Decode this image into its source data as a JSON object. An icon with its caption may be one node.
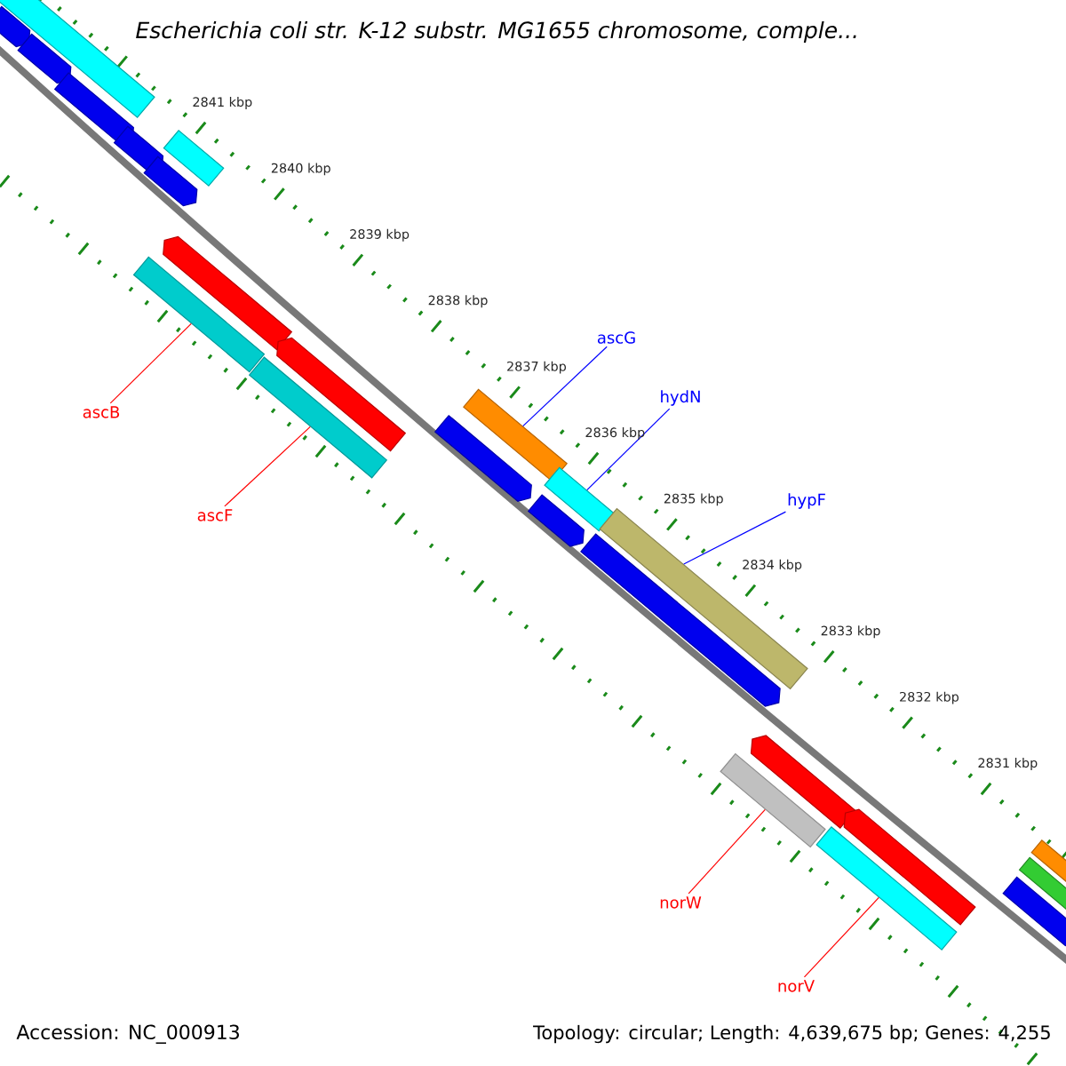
{
  "diagram": {
    "title": "*Escherichia coli* str. K-12 substr. MG1655 chromosome, comple...",
    "nodes": [
      {
        "text": [],
        "shape": "bar"
      },
      {
        "text": [],
        "shape": "bar"
      },
      {
        "text": [
          "ascB"
        ]
      },
      {
        "text": [
          "ascF"
        ]
      },
      {
        "text": [
          "ascG"
        ]
      },
      {
        "text": [],
        "shape": "bar"
      },
      {
        "text": [
          "hydN"
        ]
      },
      {
        "text": [],
        "shape": "bar"
      },
      {
        "text": [
          "hypF"
        ]
      },
      {
        "text": [],
        "shape": "bar"
      },
      {
        "text": [],
        "shape": "bar"
      },
      {
        "text": [],
        "shape": "bar"
      },
      {
        "text": [
          "norW"
        ]
      },
      {
        "text": [
          "norV"
        ]
      }
    ],
    "edges": [
      {
        "from": 2,
        "to": 0,
        "arrow": "none"
      },
      {
        "from": 3,
        "to": 1,
        "arrow": "none"
      },
      {
        "from": 4,
        "to": 5,
        "arrow": "none",
        "color": "#0000ff"
      },
      {
        "from": 6,
        "to": 7,
        "arrow": "none",
        "color": "#0000ff"
      },
      {
        "from": 8,
        "to": 9,
        "arrow": "none",
        "color": "#0000ff"
      },
      {
        "from": 12,
        "to": 10,
        "arrow": "none"
      },
      {
        "from": 13,
        "to": 11,
        "arrow": "none"
      }
    ],
    "labels": [
      "2841 kbp",
      "2840 kbp",
      "2839 kbp",
      "2838 kbp",
      "2837 kbp",
      "2836 kbp",
      "2835 kbp",
      "2834 kbp",
      "2833 kbp",
      "2832 kbp",
      "2831 kbp",
      "Accession: NC_000913",
      "Topology: circular; Length: 4,639,675 bp; Genes: 4,255"
    ]
  }
}
